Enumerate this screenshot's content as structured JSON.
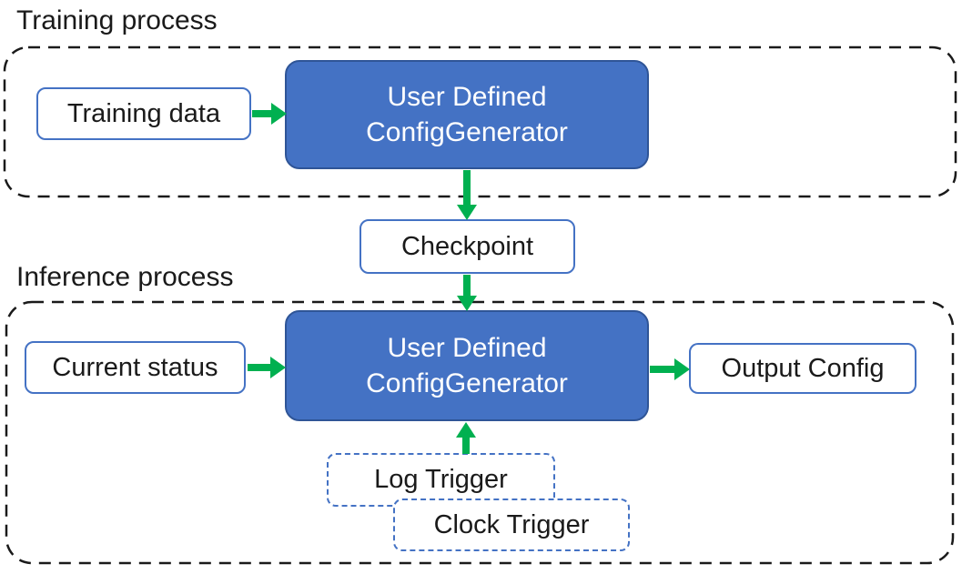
{
  "colors": {
    "box_fill_blue": "#4472C4",
    "box_border_dark_blue": "#2F5597",
    "outline_blue": "#4472C4",
    "arrow_green": "#00B050",
    "dashed_container_black": "#1A1A1A"
  },
  "training_section": {
    "label": "Training process",
    "training_data_box": "Training data",
    "generator_box": {
      "line1": "User Defined",
      "line2": "ConfigGenerator"
    }
  },
  "checkpoint_box": {
    "label": "Checkpoint"
  },
  "inference_section": {
    "label": "Inference process",
    "current_status_box": "Current status",
    "generator_box": {
      "line1": "User Defined",
      "line2": "ConfigGenerator"
    },
    "output_config_box": "Output Config",
    "log_trigger_box": "Log Trigger",
    "clock_trigger_box": "Clock Trigger"
  }
}
